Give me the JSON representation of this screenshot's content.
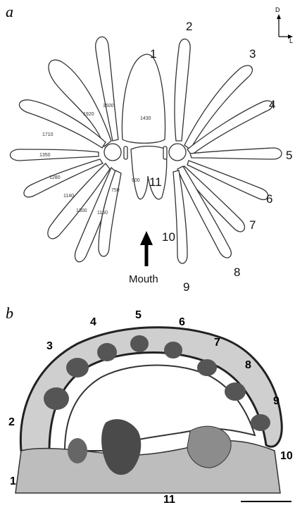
{
  "panel_a": {
    "letter": "a",
    "orientation": {
      "dorsal": "D",
      "lateral": "L"
    },
    "numbers": [
      "1",
      "2",
      "3",
      "4",
      "5",
      "6",
      "7",
      "8",
      "9",
      "10",
      "11"
    ],
    "values": [
      "1600",
      "1920",
      "1710",
      "1350",
      "1280",
      "1140",
      "1300",
      "1160",
      "750",
      "900",
      "1430"
    ],
    "mouth_label": "Mouth"
  },
  "panel_b": {
    "letter": "b",
    "numbers": [
      "1",
      "2",
      "3",
      "4",
      "5",
      "6",
      "7",
      "8",
      "9",
      "10",
      "11"
    ]
  }
}
